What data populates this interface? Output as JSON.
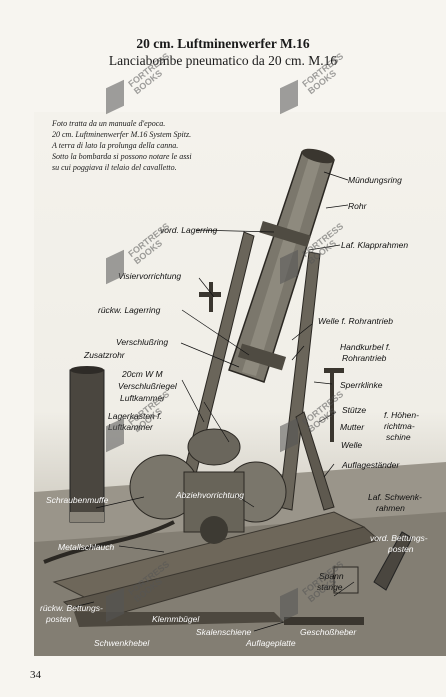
{
  "header": {
    "title": "20 cm. Luftminenwerfer M.16",
    "subtitle": "Lanciabombe pneumatico da 20 cm. M.16"
  },
  "caption": [
    "Foto tratta da un manuale d'epoca.",
    "20 cm. Luftminenwerfer M.16 System Spitz.",
    "A terra di lato la prolunga della canna.",
    "Sotto la bombarda si possono notare le assi",
    "su cui poggiava il telaio del cavalletto."
  ],
  "watermark": {
    "line1": "FORTRESS",
    "line2": "BOOKS"
  },
  "labels": {
    "mundungsring": "Mündungsring",
    "rohr": "Rohr",
    "vord_lagerring": "vord. Lagerring",
    "laf_klapprahmen": "Laf. Klapprahmen",
    "visiervorrichtung": "Visiervorrichtung",
    "ruckw_lagerring": "rückw. Lagerring",
    "welle_rohrantrieb": "Welle f. Rohrantrieb",
    "verschlussring": "Verschlußring",
    "handkurbel_1": "Handkurbel f.",
    "handkurbel_2": "Rohrantrieb",
    "zusatzrohr": "Zusatzrohr",
    "20cm_wm": "20cm W M",
    "sperrklinke": "Sperrklinke",
    "verschlussriegel": "Verschlußriegel",
    "luftkammer": "Luftkammer",
    "stutze": "Stütze",
    "lagerkasten_1": "Lagerkasten f.",
    "lagerkasten_2": "Luftkammer",
    "mutter": "Mutter",
    "welle": "Welle",
    "hohenrichtmaschine_1": "f. Höhen-",
    "hohenrichtmaschine_2": "richtma-",
    "hohenrichtmaschine_3": "schine",
    "auflagestander": "Auflageständer",
    "schraubenmuffe": "Schraubenmuffe",
    "abziehvorrichtung": "Abziehvorrichtung",
    "laf_schwenkrahmen_1": "Laf. Schwenk-",
    "laf_schwenkrahmen_2": "rahmen",
    "metallschlauch": "Metallschlauch",
    "vord_bettungsposten_1": "vord. Bettungs-",
    "vord_bettungsposten_2": "posten",
    "spannstange_1": "Spann",
    "spannstange_2": "stange",
    "ruckw_bettungsposten_1": "rückw. Bettungs-",
    "ruckw_bettungsposten_2": "posten",
    "klemmbugel": "Klemmbügel",
    "skalenschiene": "Skalenschiene",
    "geschossheber": "Geschoßheber",
    "schwenkhebel": "Schwenkhebel",
    "auflageplatte": "Auflageplatte"
  },
  "page_number": "34"
}
